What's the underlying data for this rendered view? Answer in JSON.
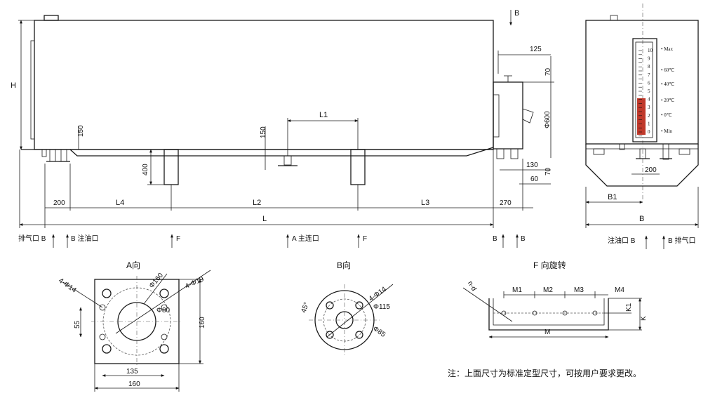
{
  "main_view": {
    "H": "H",
    "L": "L",
    "L1": "L1",
    "L2": "L2",
    "L3": "L3",
    "L4": "L4",
    "d150a": "150",
    "d150b": "150",
    "d400": "400",
    "d200": "200",
    "d270": "270",
    "d125": "125",
    "d70a": "70",
    "d600": "Φ600",
    "d130": "130",
    "d70b": "70",
    "d60": "60",
    "B_top": "B",
    "labels": {
      "vent": "排气口 B",
      "fill": "B 注油口",
      "F1": "F",
      "main": "A 主连口",
      "F2": "F",
      "B1": "B",
      "B2": "B"
    }
  },
  "side_view": {
    "B1": "B1",
    "B": "B",
    "d200": "200",
    "gauge": [
      "10",
      "9",
      "8",
      "7",
      "6",
      "5",
      "4",
      "3",
      "2",
      "1",
      "0"
    ],
    "marks": [
      "Max",
      "60℃",
      "40℃",
      "20℃",
      "0℃",
      "Min"
    ],
    "labels": {
      "fill": "注油口 B",
      "vent": "B 排气口"
    }
  },
  "view_A": {
    "title": "A向",
    "hole4": "4-Φ14",
    "hole4b": "4-Φ19",
    "d160r": "Φ160",
    "d80": "Φ80",
    "d55": "55",
    "d160v": "160",
    "d135": "135",
    "d160h": "160"
  },
  "view_B": {
    "title": "B向",
    "hole": "4-Φ14",
    "ang": "45°",
    "d115": "Φ115",
    "d85": "Φ85"
  },
  "view_F": {
    "title": "F 向旋转",
    "nd": "n-d",
    "M1": "M1",
    "M2": "M2",
    "M3": "M3",
    "M4": "M4",
    "M": "M",
    "K1": "K1",
    "K": "K"
  },
  "note": "注：上面尺寸为标准定型尺寸，可按用户要求更改。"
}
